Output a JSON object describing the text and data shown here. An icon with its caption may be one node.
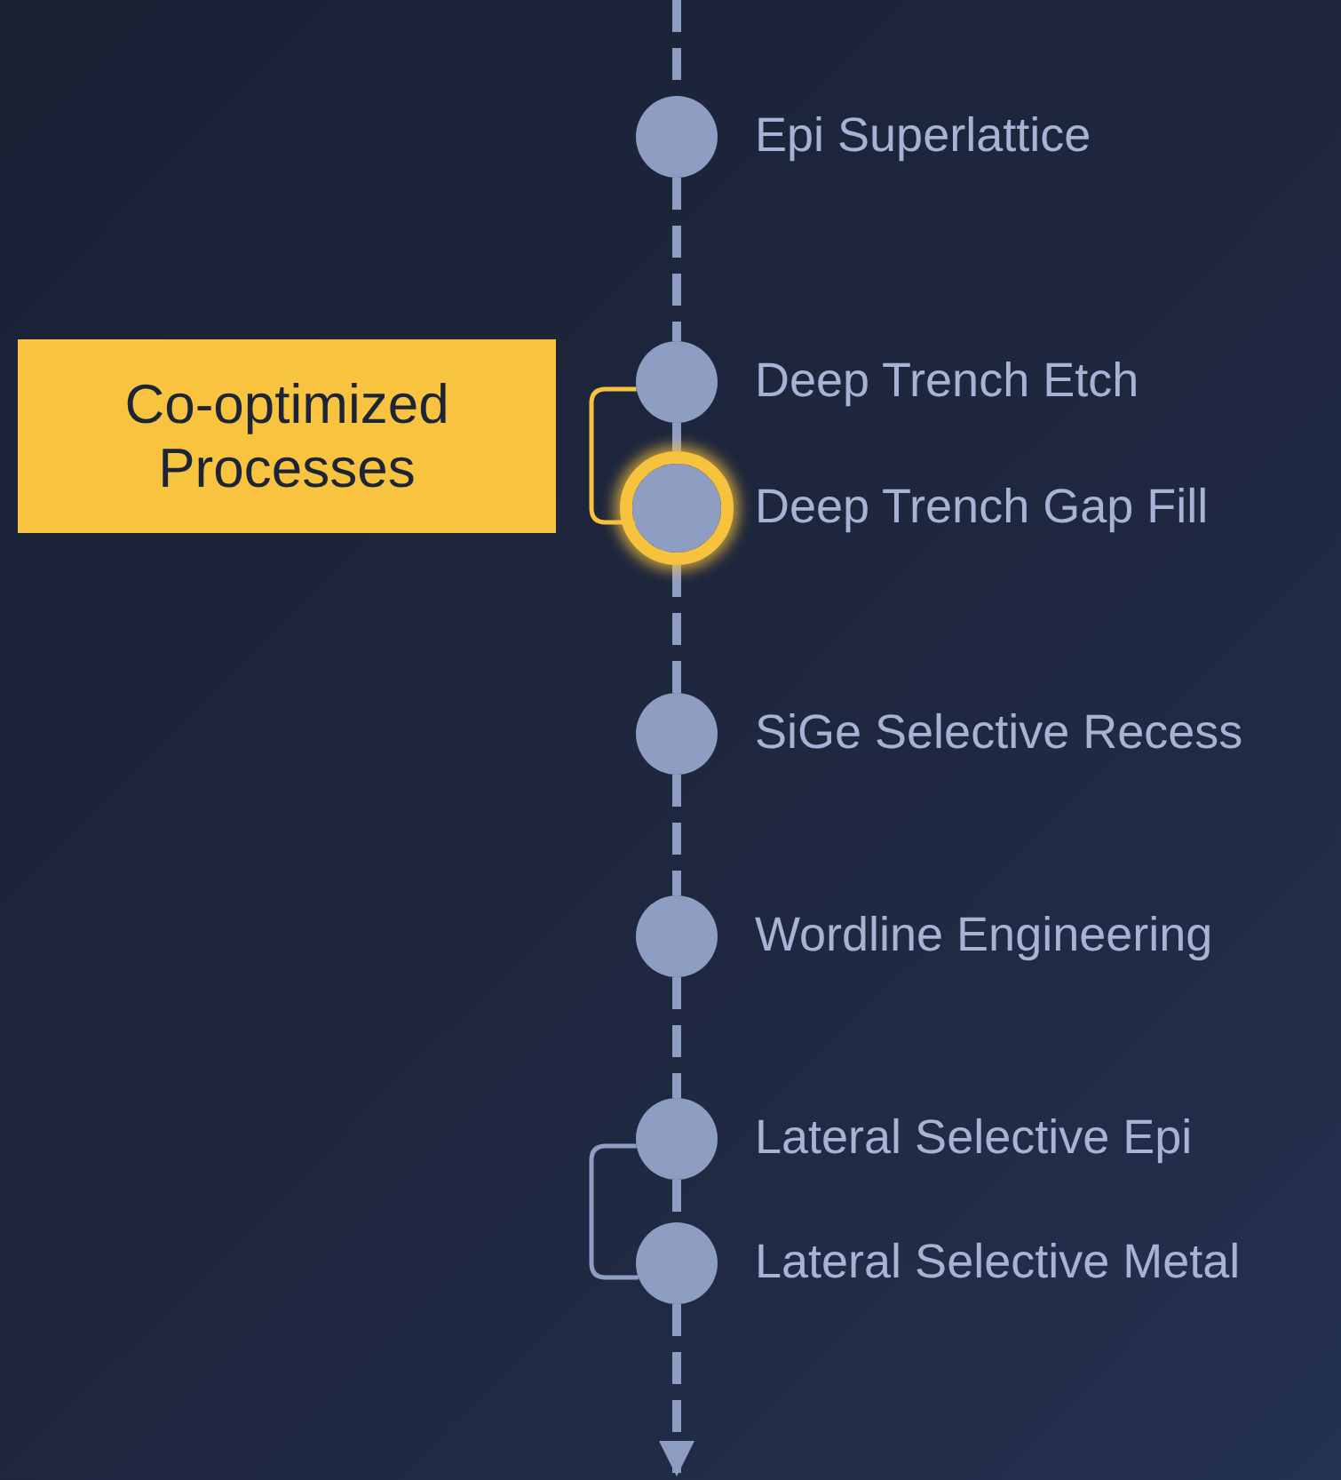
{
  "diagram": {
    "nodes": [
      {
        "text": [],
        "shape": "circle",
        "beside": [
          "Epi Superlattice"
        ]
      },
      {
        "text": [],
        "shape": "circle",
        "beside": [
          "Deep Trench Etch"
        ]
      },
      {
        "text": [],
        "shape": "circle",
        "beside": [
          "Deep Trench Gap Fill"
        ]
      },
      {
        "text": [],
        "shape": "circle",
        "beside": [
          "SiGe Selective Recess"
        ]
      },
      {
        "text": [],
        "shape": "circle",
        "beside": [
          "Wordline Engineering"
        ]
      },
      {
        "text": [],
        "shape": "circle",
        "beside": [
          "Lateral Selective Epi"
        ]
      },
      {
        "text": [],
        "shape": "circle",
        "beside": [
          "Lateral Selective Metal"
        ]
      },
      {
        "text": [
          "Co-optimized Processes"
        ]
      }
    ],
    "edges": [
      {
        "from": null,
        "to": 0,
        "arrow": "none",
        "style": "dashed"
      },
      {
        "from": 0,
        "to": 1,
        "arrow": "none",
        "style": "dashed"
      },
      {
        "from": 1,
        "to": 2,
        "arrow": "none",
        "style": "dashed"
      },
      {
        "from": 2,
        "to": 3,
        "arrow": "none",
        "style": "dashed"
      },
      {
        "from": 3,
        "to": 4,
        "arrow": "none",
        "style": "dashed"
      },
      {
        "from": 4,
        "to": 5,
        "arrow": "none",
        "style": "dashed"
      },
      {
        "from": 5,
        "to": 6,
        "arrow": "none",
        "style": "dashed"
      },
      {
        "from": 6,
        "to": null,
        "arrow": "to",
        "style": "dashed"
      },
      {
        "from": 1,
        "to": 2,
        "arrow": "none",
        "color": "#f7c23e"
      },
      {
        "from": 5,
        "to": 6,
        "arrow": "none"
      }
    ]
  }
}
